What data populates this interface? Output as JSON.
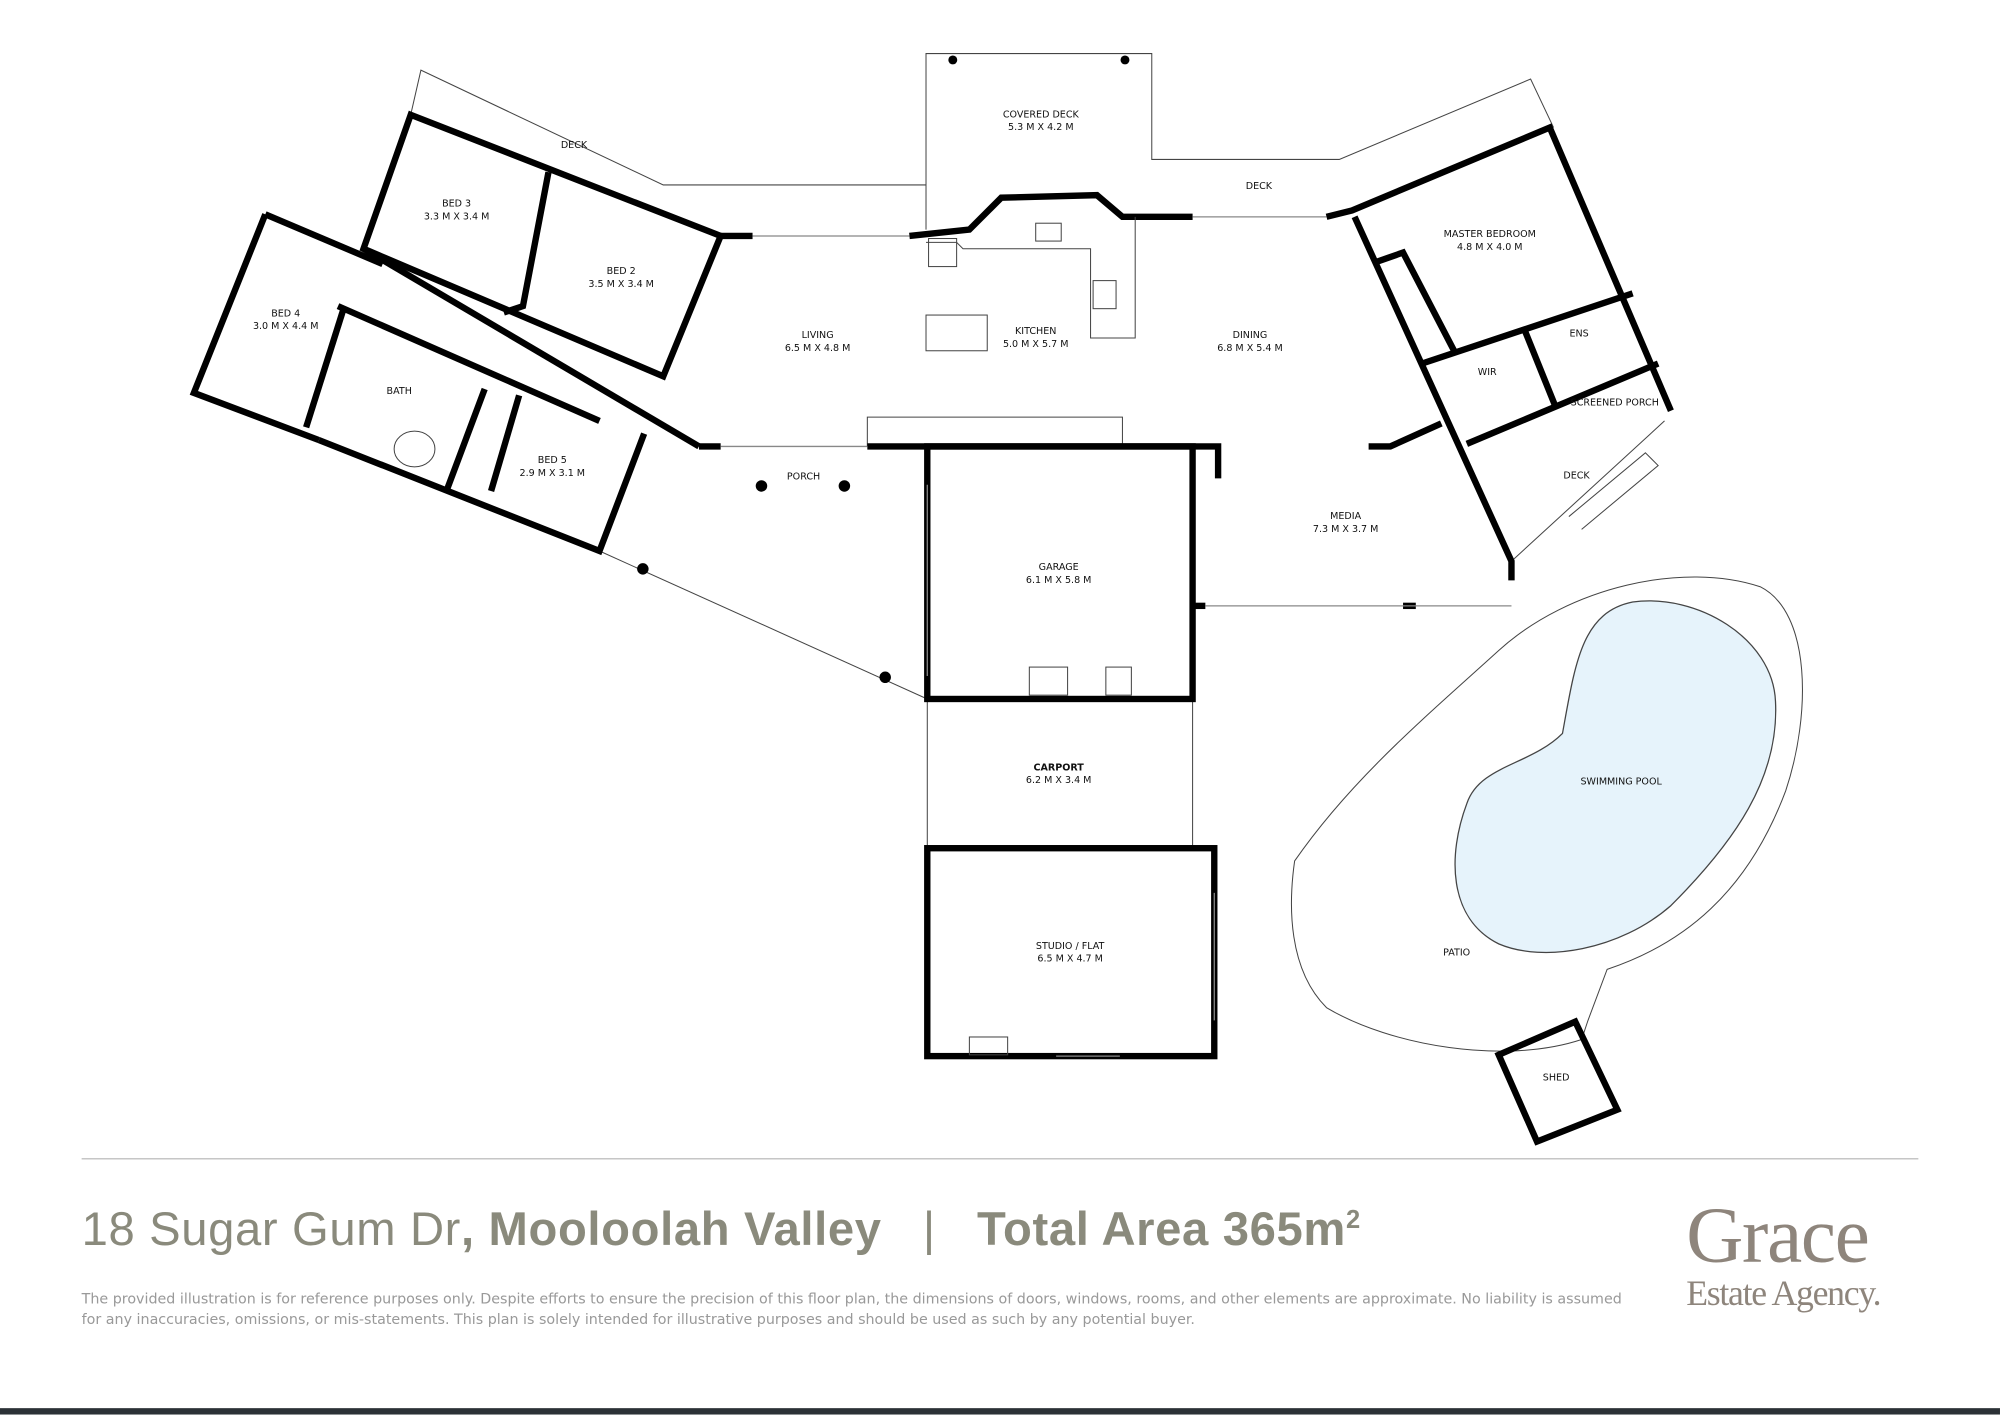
{
  "rooms": [
    {
      "name": "COVERED DECK",
      "dims": "5.3 M X 4.2 M"
    },
    {
      "name": "DECK",
      "dims": ""
    },
    {
      "name": "BED 3",
      "dims": "3.3 M X 3.4 M"
    },
    {
      "name": "BED 2",
      "dims": "3.5 M X 3.4 M"
    },
    {
      "name": "BED 4",
      "dims": "3.0 M X 4.4 M"
    },
    {
      "name": "LIVING",
      "dims": "6.5 M X 4.8 M"
    },
    {
      "name": "KITCHEN",
      "dims": "5.0 M X 5.7 M"
    },
    {
      "name": "DINING",
      "dims": "6.8 M X 5.4 M"
    },
    {
      "name": "DECK",
      "dims": ""
    },
    {
      "name": "MASTER BEDROOM",
      "dims": "4.8 M X 4.0 M"
    },
    {
      "name": "ENS",
      "dims": ""
    },
    {
      "name": "WIR",
      "dims": ""
    },
    {
      "name": "SCREENED PORCH",
      "dims": ""
    },
    {
      "name": "DECK",
      "dims": ""
    },
    {
      "name": "BATH",
      "dims": ""
    },
    {
      "name": "BED 5",
      "dims": "2.9 M X 3.1 M"
    },
    {
      "name": "PORCH",
      "dims": ""
    },
    {
      "name": "MEDIA",
      "dims": "7.3 M X 3.7 M"
    },
    {
      "name": "GARAGE",
      "dims": "6.1 M X 5.8 M"
    },
    {
      "name": "CARPORT",
      "dims": "6.2 M X 3.4 M"
    },
    {
      "name": "STUDIO / FLAT",
      "dims": "6.5 M X 4.7 M"
    },
    {
      "name": "SWIMMING POOL",
      "dims": ""
    },
    {
      "name": "PATIO",
      "dims": ""
    },
    {
      "name": "SHED",
      "dims": ""
    }
  ],
  "footer": {
    "address_street": "18 Sugar Gum Dr",
    "address_suburb": ", Mooloolah Valley",
    "separator": "|",
    "total_area_label": "Total Area 365m",
    "total_area_sup": "2",
    "disclaimer": "The provided illustration is for reference purposes only. Despite efforts to ensure the precision of this floor plan, the dimensions of doors, windows, rooms, and other elements are approximate. No liability is assumed for any inaccuracies, omissions, or mis-statements. This plan is solely intended for illustrative purposes and should be used as such by any potential buyer."
  },
  "logo": {
    "line1": "Grace",
    "line2": "Estate Agency."
  },
  "colors": {
    "text": "#8a8a7c",
    "logo": "#8e857c",
    "pool": "#e6f3fb",
    "bar": "#2b3136"
  }
}
